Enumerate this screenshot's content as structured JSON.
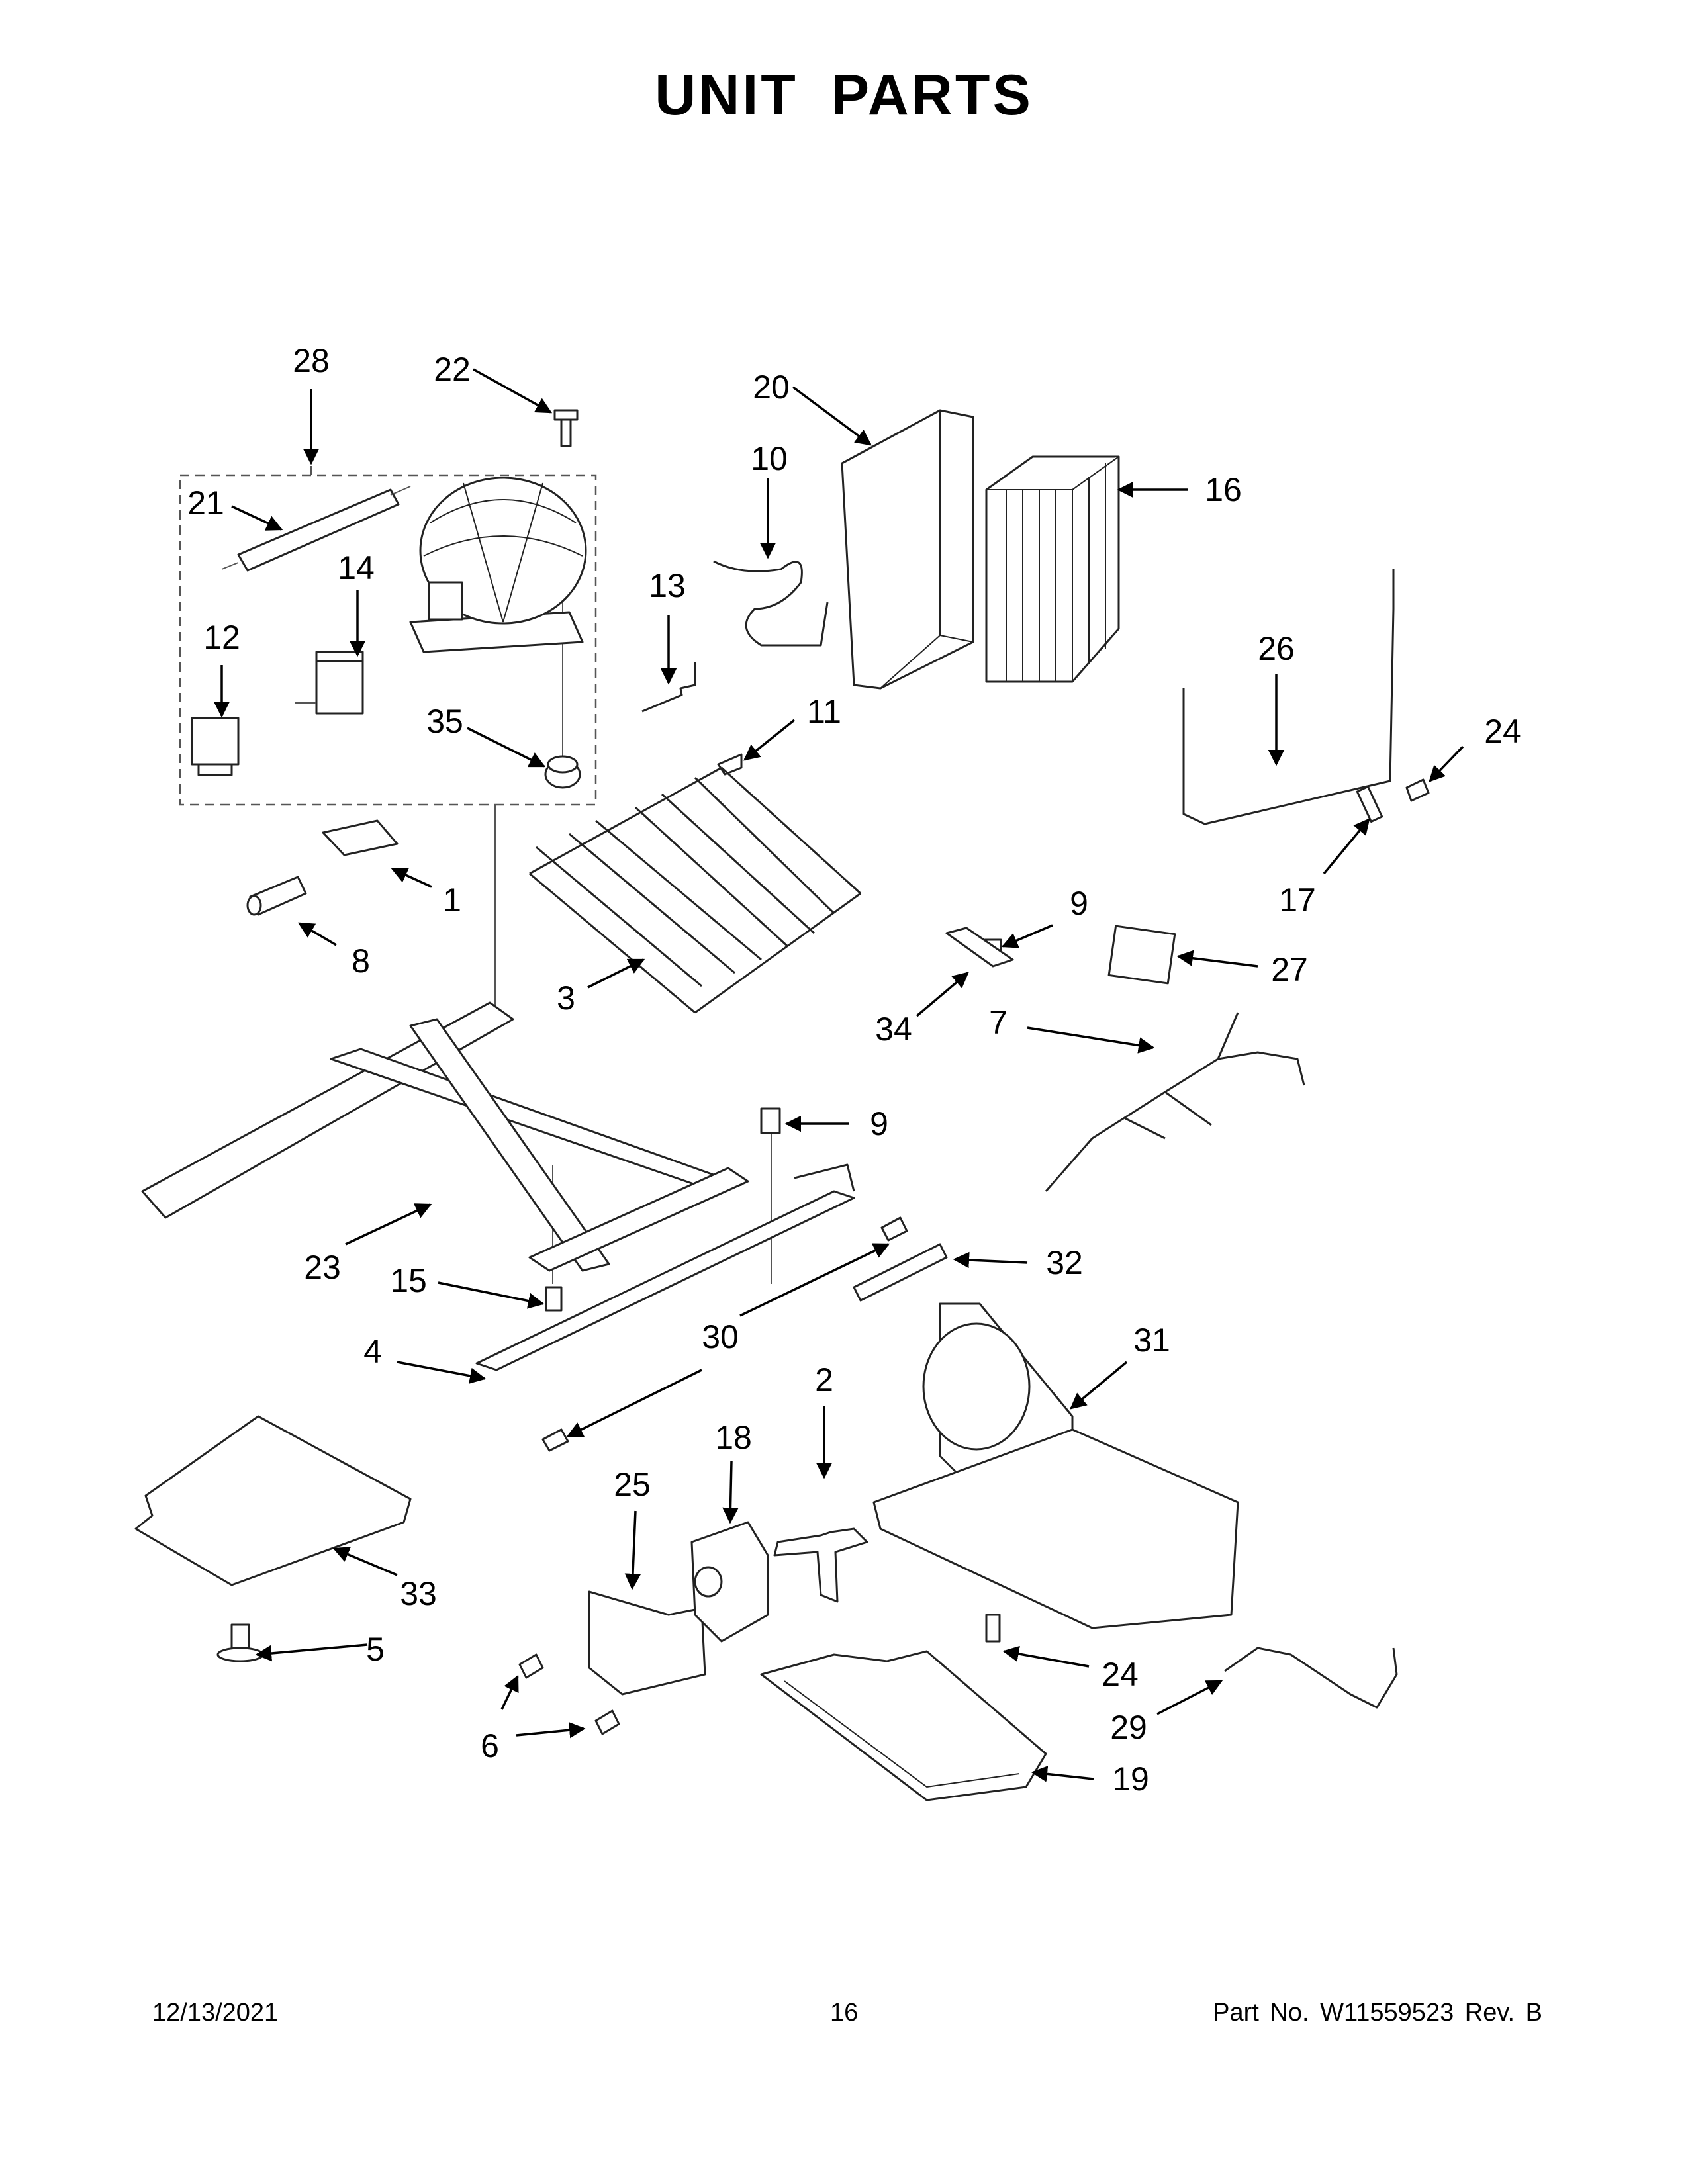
{
  "page": {
    "title": "UNIT  PARTS",
    "footer": {
      "date": "12/13/2021",
      "page_number": "16",
      "part_number": "Part No.  W11559523  Rev.  B"
    }
  },
  "callouts": [
    {
      "id": "c28",
      "label": "28"
    },
    {
      "id": "c22",
      "label": "22"
    },
    {
      "id": "c20",
      "label": "20"
    },
    {
      "id": "c10",
      "label": "10"
    },
    {
      "id": "c16",
      "label": "16"
    },
    {
      "id": "c21",
      "label": "21"
    },
    {
      "id": "c14",
      "label": "14"
    },
    {
      "id": "c13",
      "label": "13"
    },
    {
      "id": "c12",
      "label": "12"
    },
    {
      "id": "c26",
      "label": "26"
    },
    {
      "id": "c35",
      "label": "35"
    },
    {
      "id": "c11",
      "label": "11"
    },
    {
      "id": "c24a",
      "label": "24"
    },
    {
      "id": "c1",
      "label": "1"
    },
    {
      "id": "c17",
      "label": "17"
    },
    {
      "id": "c8",
      "label": "8"
    },
    {
      "id": "c9a",
      "label": "9"
    },
    {
      "id": "c27",
      "label": "27"
    },
    {
      "id": "c3",
      "label": "3"
    },
    {
      "id": "c34",
      "label": "34"
    },
    {
      "id": "c7",
      "label": "7"
    },
    {
      "id": "c9b",
      "label": "9"
    },
    {
      "id": "c23",
      "label": "23"
    },
    {
      "id": "c32",
      "label": "32"
    },
    {
      "id": "c15",
      "label": "15"
    },
    {
      "id": "c30",
      "label": "30"
    },
    {
      "id": "c31",
      "label": "31"
    },
    {
      "id": "c4",
      "label": "4"
    },
    {
      "id": "c2",
      "label": "2"
    },
    {
      "id": "c18",
      "label": "18"
    },
    {
      "id": "c25",
      "label": "25"
    },
    {
      "id": "c33",
      "label": "33"
    },
    {
      "id": "c5",
      "label": "5"
    },
    {
      "id": "c24b",
      "label": "24"
    },
    {
      "id": "c29",
      "label": "29"
    },
    {
      "id": "c6",
      "label": "6"
    },
    {
      "id": "c19",
      "label": "19"
    }
  ]
}
